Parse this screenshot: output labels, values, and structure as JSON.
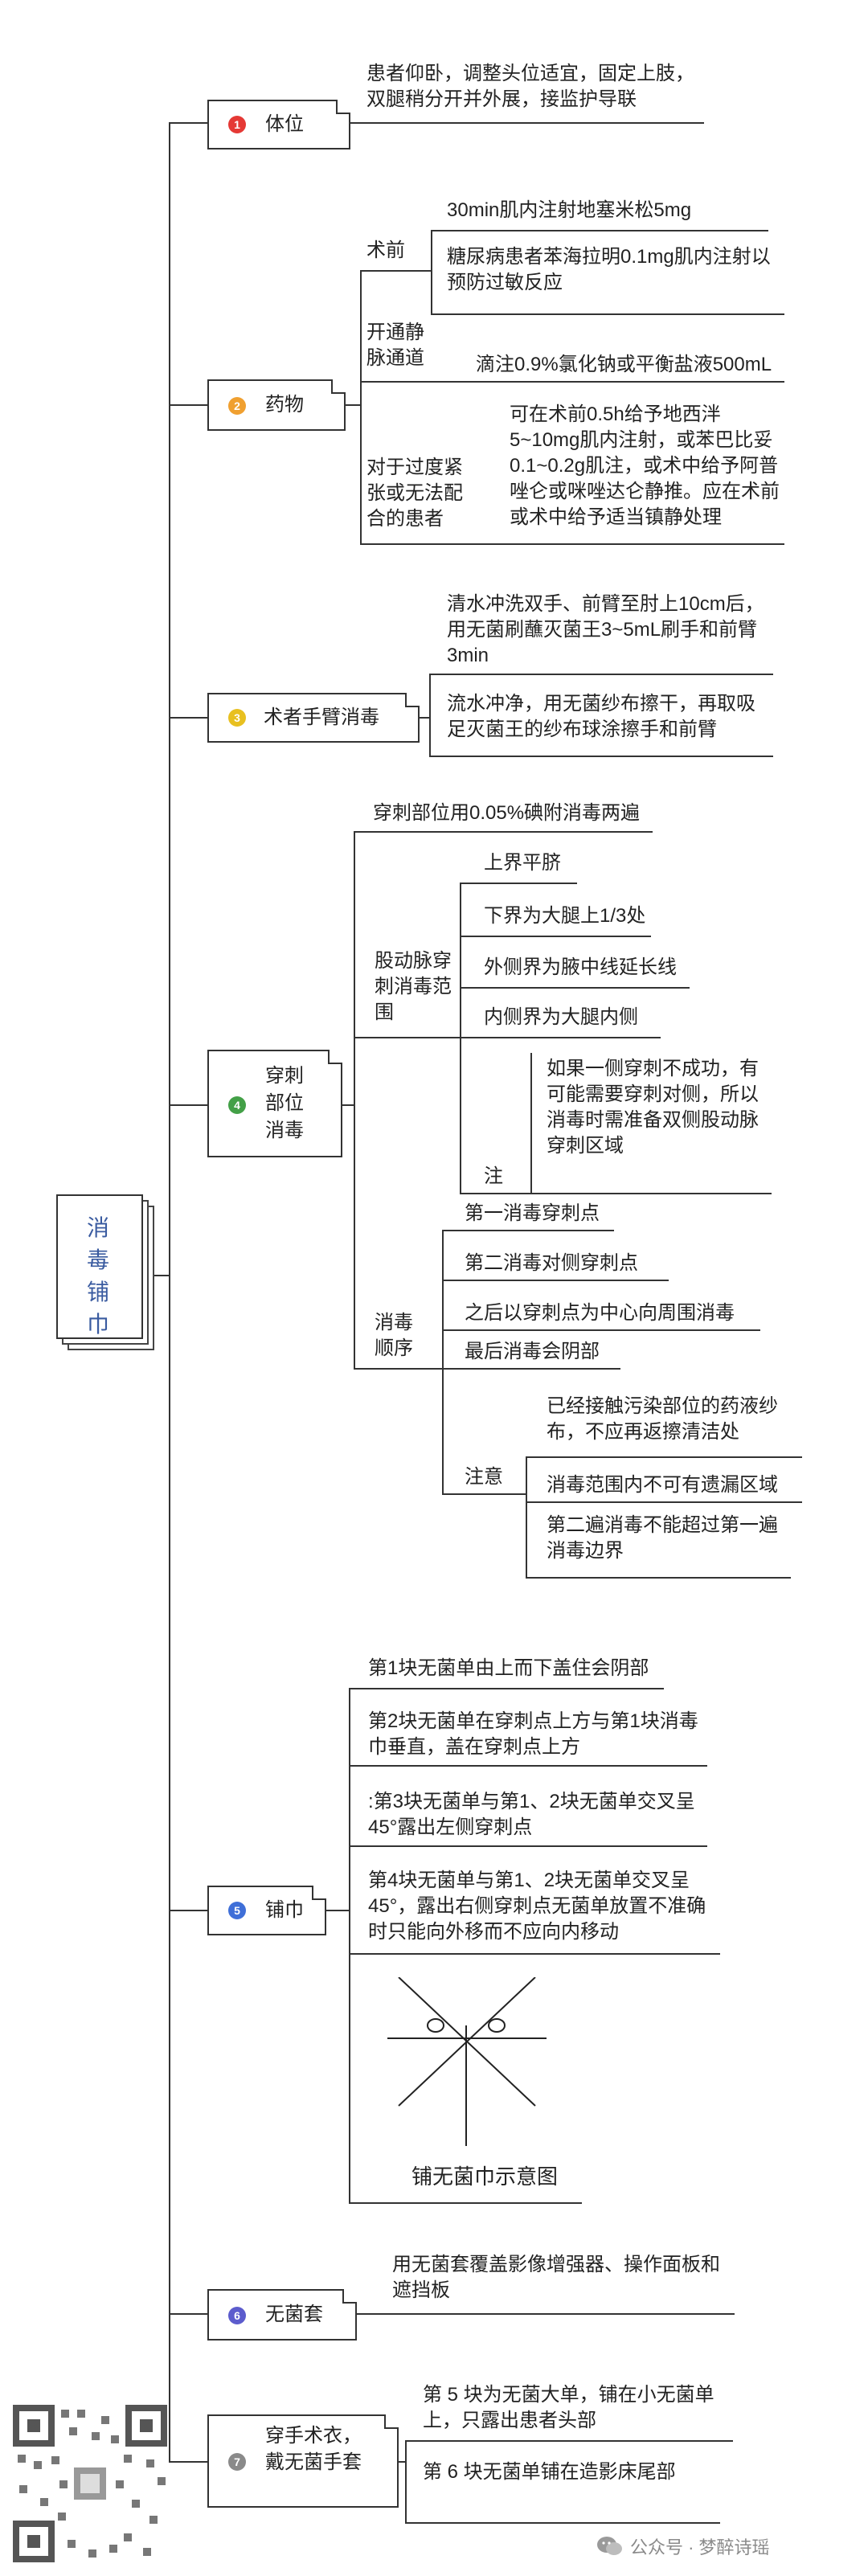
{
  "root": {
    "label": "消毒铺巾"
  },
  "colors": {
    "n1": "#e53935",
    "n2": "#f0a030",
    "n3": "#e8c020",
    "n4": "#43a047",
    "n5": "#3f6fd8",
    "n6": "#5c5ccd",
    "n7": "#8a8a8a"
  },
  "b1": {
    "num": "1",
    "label": "体位",
    "text": "患者仰卧，调整头位适宜，固定上肢，双腿稍分开并外展，接监护导联"
  },
  "b2": {
    "num": "2",
    "label": "药物",
    "preop": {
      "label": "术前",
      "items": [
        "30min肌内注射地塞米松5mg",
        "糖尿病患者苯海拉明0.1mg肌内注射以预防过敏反应"
      ]
    },
    "iv": {
      "label": "开通静脉通道",
      "text": "滴注0.9%氯化钠或平衡盐液500mL"
    },
    "nervous": {
      "label": "对于过度紧张或无法配合的患者",
      "text": "可在术前0.5h给予地西泮5~10mg肌内注射，或苯巴比妥0.1~0.2g肌注，或术中给予阿普唑仑或咪唑达仑静推。应在术前或术中给予适当镇静处理"
    }
  },
  "b3": {
    "num": "3",
    "label": "术者手臂消毒",
    "items": [
      "清水冲洗双手、前臂至肘上10cm后，用无菌刷蘸灭菌王3~5mL刷手和前臂3min",
      "流水冲净，用无菌纱布擦干，再取吸足灭菌王的纱布球涂擦手和前臂"
    ]
  },
  "b4": {
    "num": "4",
    "label": "穿刺部位消毒",
    "first": "穿刺部位用0.05%碘附消毒两遍",
    "range": {
      "label": "股动脉穿刺消毒范围",
      "items": [
        "上界平脐",
        "下界为大腿上1/3处",
        "外侧界为腋中线延长线",
        "内侧界为大腿内侧"
      ],
      "note_label": "注",
      "note": "如果一侧穿刺不成功，有可能需要穿刺对侧，所以消毒时需准备双侧股动脉穿刺区域"
    },
    "order": {
      "label": "消毒顺序",
      "items": [
        "第一消毒穿刺点",
        "第二消毒对侧穿刺点",
        "之后以穿刺点为中心向周围消毒",
        "最后消毒会阴部"
      ],
      "note_label": "注意",
      "notes": [
        "已经接触污染部位的药液纱布，不应再返擦清洁处",
        "消毒范围内不可有遗漏区域",
        "第二遍消毒不能超过第一遍消毒边界"
      ]
    }
  },
  "b5": {
    "num": "5",
    "label": "铺巾",
    "items": [
      "第1块无菌单由上而下盖住会阴部",
      "第2块无菌单在穿刺点上方与第1块消毒巾垂直，盖在穿刺点上方",
      ":第3块无菌单与第1、2块无菌单交叉呈45°露出左侧穿刺点",
      "第4块无菌单与第1、2块无菌单交叉呈45°，露出右侧穿刺点无菌单放置不准确时只能向外移而不应向内移动"
    ],
    "diagram_caption": "铺无菌巾示意图"
  },
  "b6": {
    "num": "6",
    "label": "无菌套",
    "text": "用无菌套覆盖影像增强器、操作面板和遮挡板"
  },
  "b7": {
    "num": "7",
    "label": "穿手术衣，戴无菌手套",
    "items": [
      "第 5 块为无菌大单，铺在小无菌单上，只露出患者头部",
      "第 6 块无菌单铺在造影床尾部"
    ]
  },
  "watermark": "公众号 · 梦醉诗瑶"
}
